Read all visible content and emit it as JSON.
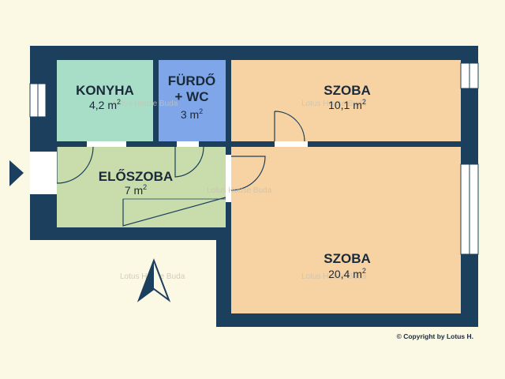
{
  "rooms": {
    "konyha": {
      "name": "KONYHA",
      "area": "4,2 m",
      "unit_sup": "2",
      "color": "#a8ddc8"
    },
    "furdo": {
      "name_line1": "FÜRDŐ",
      "name_line2": "+ WC",
      "area": "3 m",
      "unit_sup": "2",
      "color": "#7fa6e8"
    },
    "szoba_top": {
      "name": "SZOBA",
      "area": "10,1 m",
      "unit_sup": "2",
      "color": "#f7d3a4"
    },
    "eloszoba": {
      "name": "ELŐSZOBA",
      "area": "7 m",
      "unit_sup": "2",
      "color": "#c9dcab"
    },
    "szoba_bottom": {
      "name": "SZOBA",
      "area": "20,4 m",
      "unit_sup": "2",
      "color": "#f7d3a4"
    }
  },
  "watermark": "Lotus House Buda",
  "copyright": "© Copyright by Lotus H.",
  "colors": {
    "wall": "#1c3f5e",
    "background": "#fbf8e4",
    "window": "#ffffff"
  },
  "icons": {
    "entrance": "triangle-arrow-icon",
    "compass": "north-arrow-icon"
  }
}
